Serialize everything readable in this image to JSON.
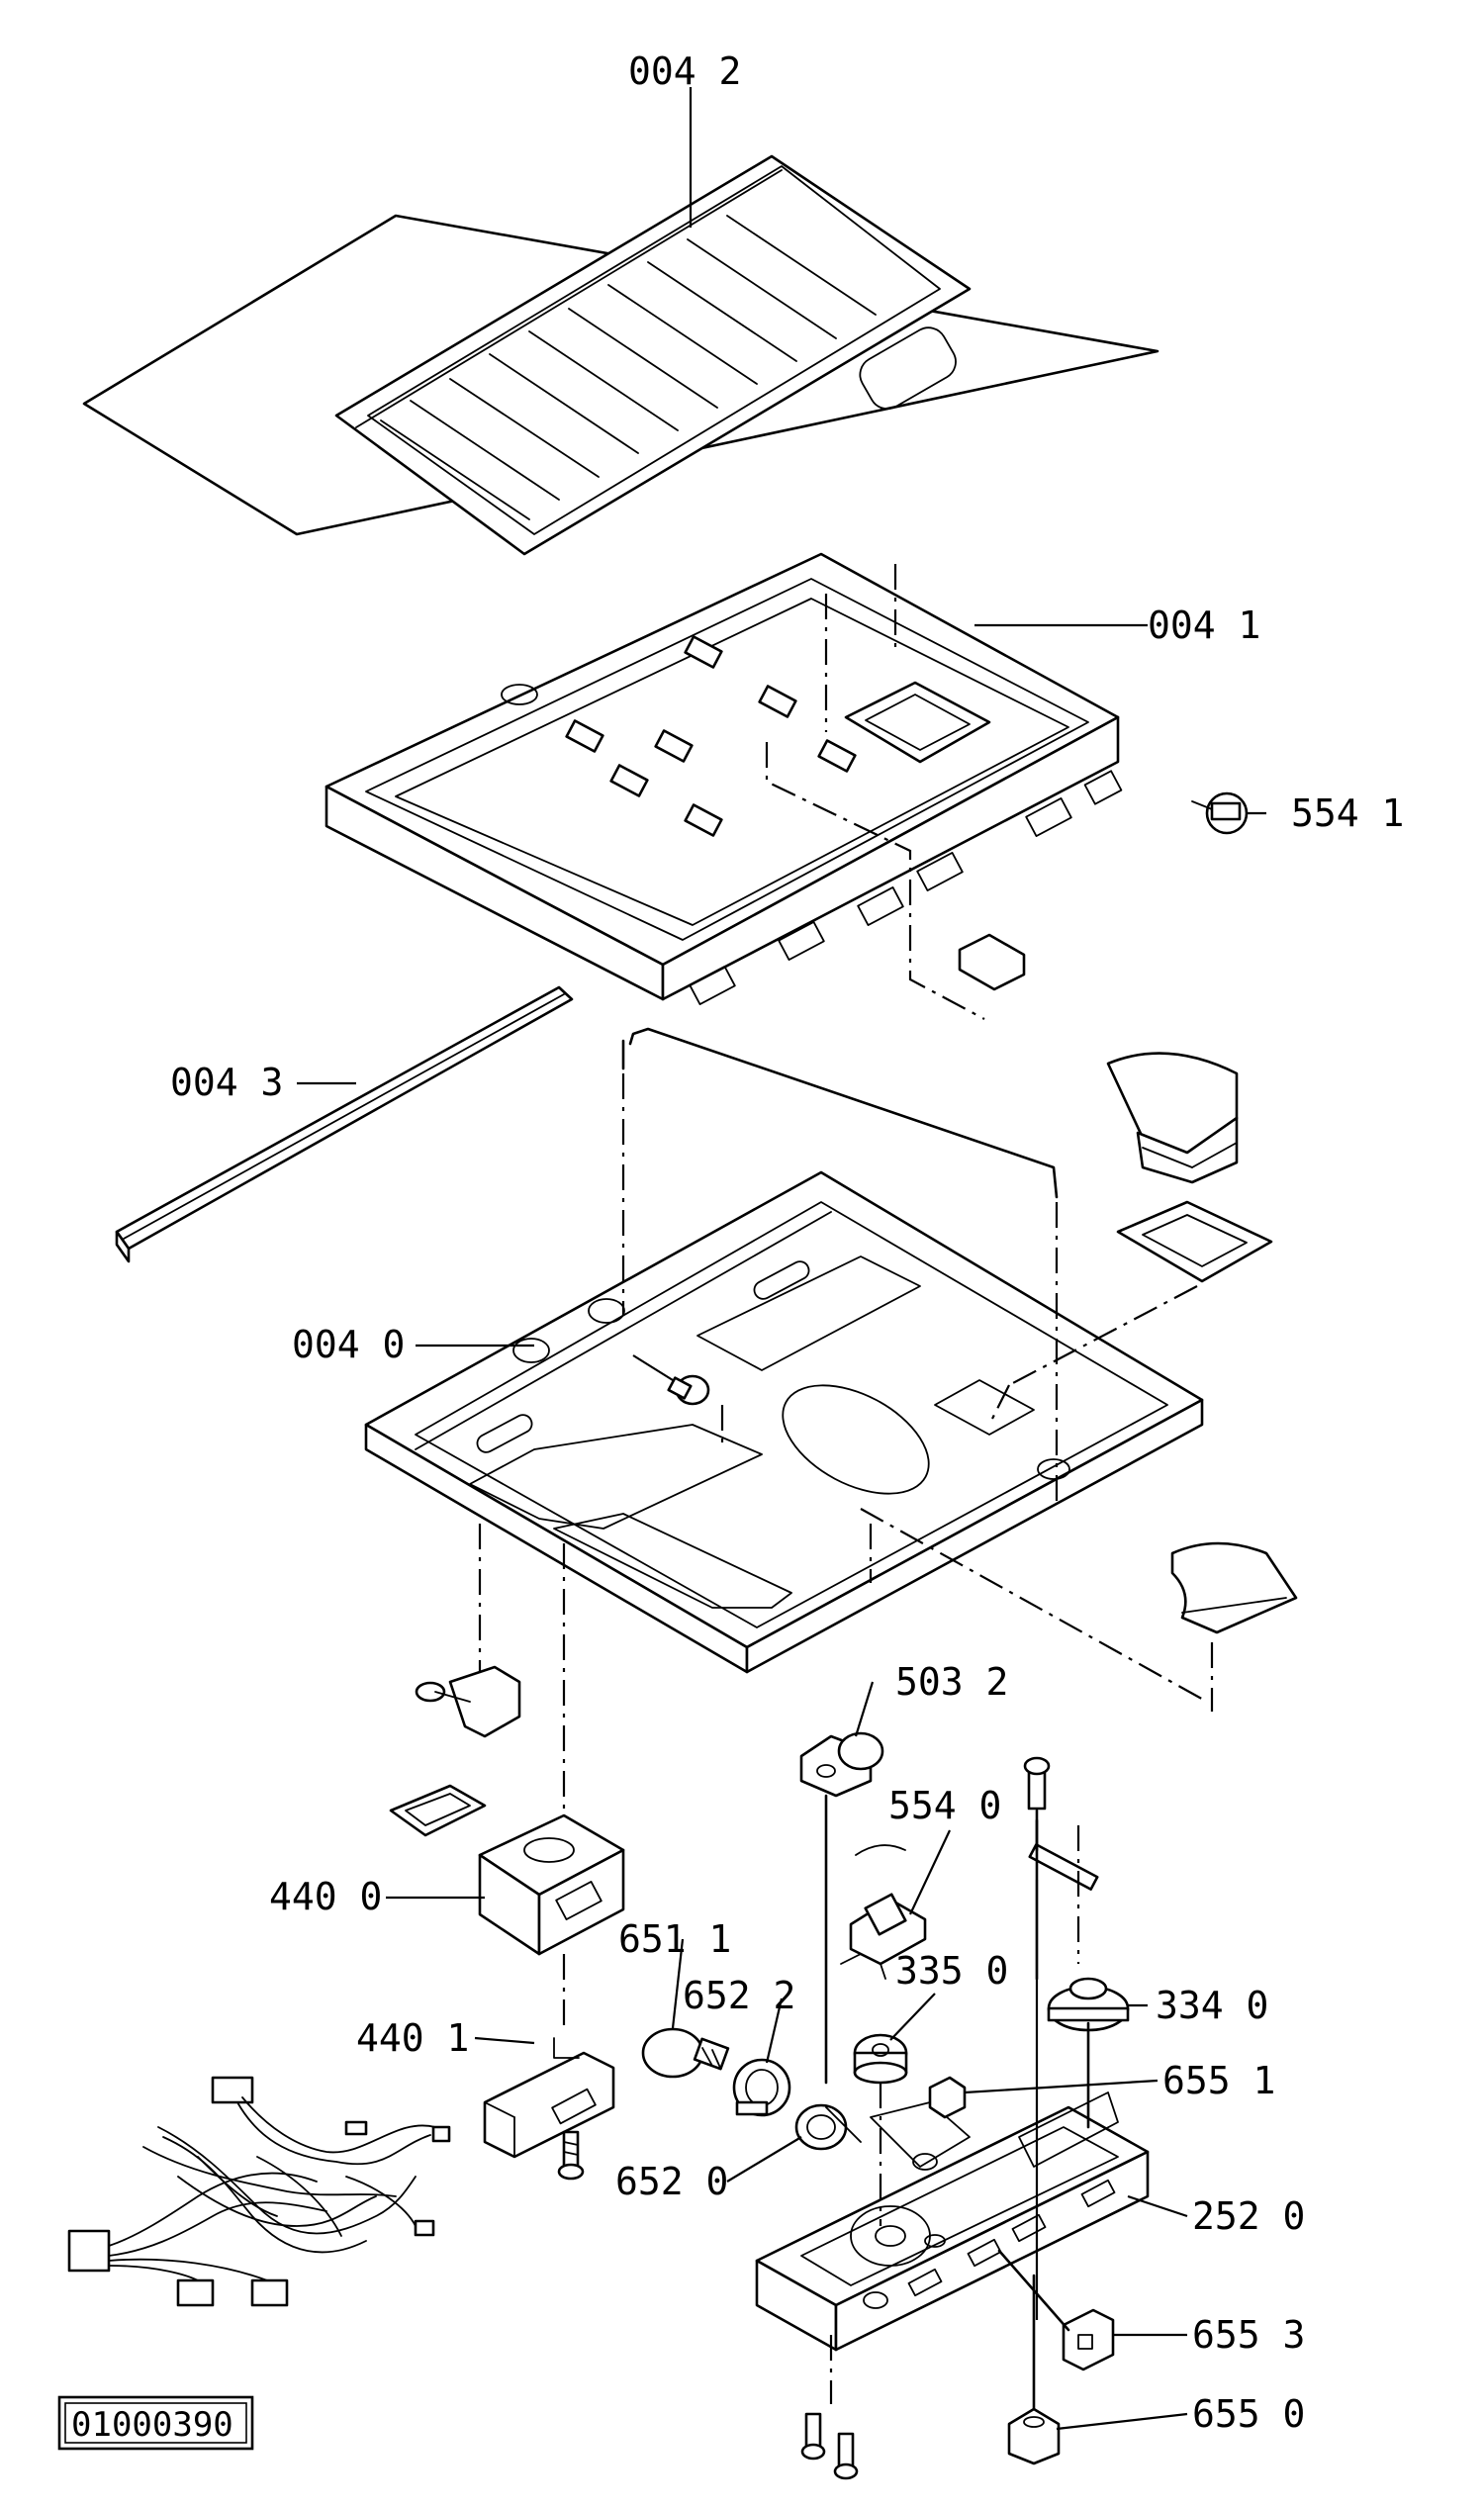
{
  "drawing_number": "01000390",
  "callouts": [
    {
      "id": "004-2",
      "label": "004 2"
    },
    {
      "id": "004-1",
      "label": "004 1"
    },
    {
      "id": "554-1",
      "label": "554 1"
    },
    {
      "id": "004-3",
      "label": "004 3"
    },
    {
      "id": "004-0",
      "label": "004 0"
    },
    {
      "id": "503-2",
      "label": "503 2"
    },
    {
      "id": "554-0",
      "label": "554 0"
    },
    {
      "id": "440-0",
      "label": "440 0"
    },
    {
      "id": "651-1",
      "label": "651 1"
    },
    {
      "id": "652-2",
      "label": "652 2"
    },
    {
      "id": "335-0",
      "label": "335 0"
    },
    {
      "id": "334-0",
      "label": "334 0"
    },
    {
      "id": "440-1",
      "label": "440 1"
    },
    {
      "id": "655-1",
      "label": "655 1"
    },
    {
      "id": "652-0",
      "label": "652 0"
    },
    {
      "id": "252-0",
      "label": "252 0"
    },
    {
      "id": "655-3",
      "label": "655 3"
    },
    {
      "id": "655-0",
      "label": "655 0"
    }
  ]
}
